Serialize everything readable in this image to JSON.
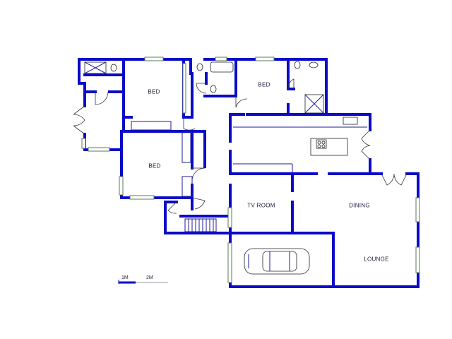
{
  "rooms": {
    "bed_1": "BED",
    "bed_2": "BED",
    "bed_3": "BED",
    "tv_room": "TV ROOM",
    "dining": "DINING",
    "lounge": "LOUNGE"
  },
  "scale": {
    "mark_1": "1M",
    "mark_2": "2M"
  },
  "colors": {
    "wall": "#0a0ac8",
    "background": "#ffffff"
  }
}
